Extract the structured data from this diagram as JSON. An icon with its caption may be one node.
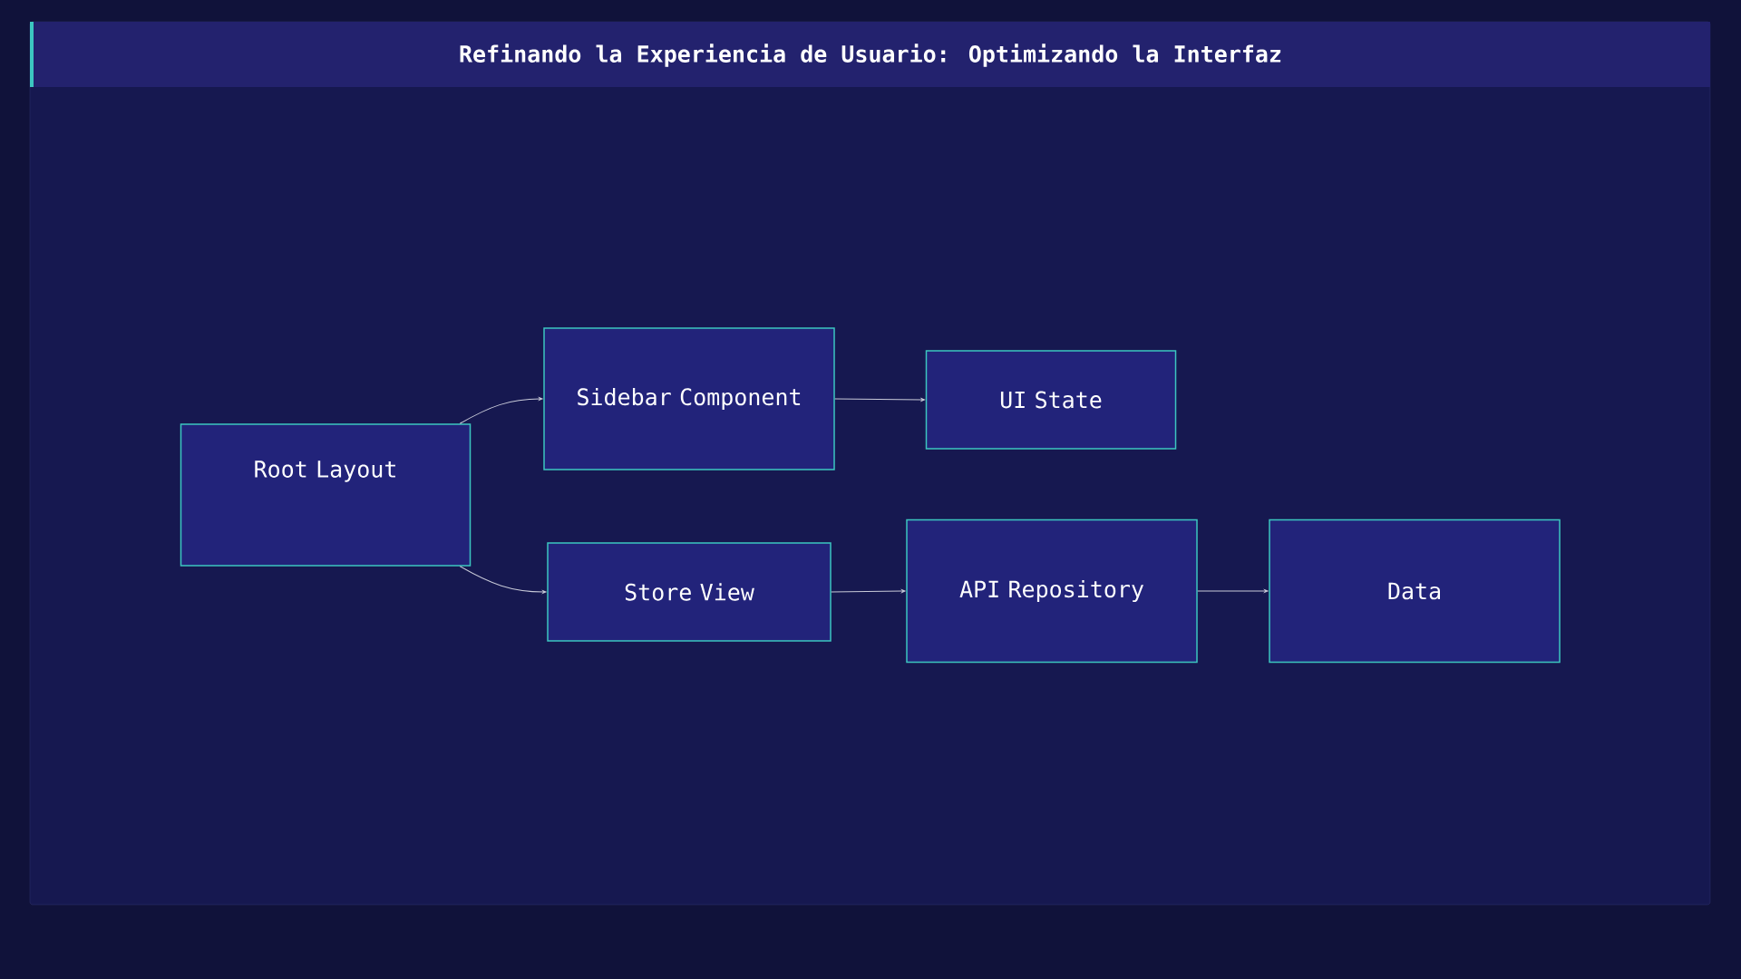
{
  "diagram": {
    "title": "Refinando la Experiencia de Usuario: Optimizando la Interfaz",
    "nodes": [
      {
        "text": [
          "Root Layout"
        ]
      },
      {
        "text": [
          "Sidebar Component"
        ]
      },
      {
        "text": [
          "UI State"
        ]
      },
      {
        "text": [
          "Store View"
        ]
      },
      {
        "text": [
          "API Repository"
        ]
      },
      {
        "text": [
          "Data"
        ]
      }
    ],
    "edges": [
      {
        "from": 0,
        "to": 1,
        "arrow": "to"
      },
      {
        "from": 1,
        "to": 2,
        "arrow": "to"
      },
      {
        "from": 0,
        "to": 3,
        "arrow": "to"
      },
      {
        "from": 3,
        "to": 4,
        "arrow": "to"
      },
      {
        "from": 4,
        "to": 5,
        "arrow": "to"
      }
    ]
  }
}
